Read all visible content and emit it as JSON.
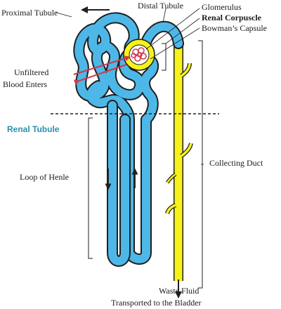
{
  "labels": {
    "proximal_tubule": "Proximal Tubule",
    "distal_tubule": "Distal Tubule",
    "glomerulus": "Glomerulus",
    "renal_corpuscle": "Renal Corpuscle",
    "bowmans_capsule": "Bowman’s Capsule",
    "unfiltered_line1": "Unfiltered",
    "unfiltered_line2": "Blood Enters",
    "renal_tubule": "Renal Tubule",
    "collecting_duct": "Collecting Duct",
    "loop_of_henle": "Loop of Henle",
    "waste_line1": "Waste Fluid",
    "waste_line2": "Transported to the Bladder"
  },
  "colors": {
    "tubule_fill": "#4db8e8",
    "duct_fill": "#f7f21a",
    "outline": "#1f1f1f",
    "renal_tubule_label": "#2a8fb0",
    "blood_arrow": "#d0384a",
    "glomerulus": "#d43a4c",
    "capsule_fill": "#f7f21a"
  },
  "icons": {
    "flow_arrow": "arrow-icon",
    "blood_arrow": "blood-arrow-icon"
  }
}
